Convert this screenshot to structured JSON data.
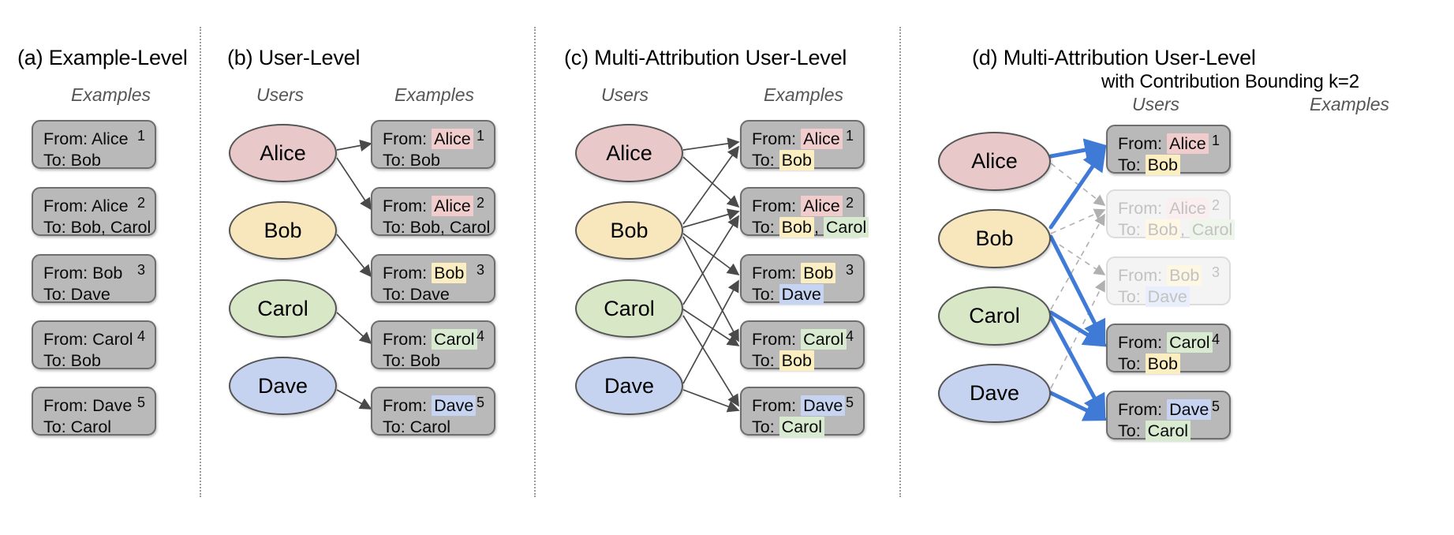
{
  "figure": {
    "background": "#ffffff",
    "card_fill": "#b9b9b9",
    "card_border": "#6e6e6e",
    "arrow_color": "#4a4a4a",
    "bold_arrow_color": "#3e7ad6",
    "faded_arrow_color": "#b0b0b0",
    "divider_color": "#9a9a9a"
  },
  "highlight_colors": {
    "Alice": "#f0cccc",
    "Bob": "#fbeec0",
    "Carol": "#d8ead0",
    "Dave": "#c6d4f2"
  },
  "user_colors": {
    "Alice": "#e8c8c8",
    "Bob": "#f8e7bd",
    "Carol": "#d8e7c6",
    "Dave": "#c6d3f0"
  },
  "users": [
    "Alice",
    "Bob",
    "Carol",
    "Dave"
  ],
  "labels": {
    "users_header": "Users",
    "examples_header": "Examples",
    "from_prefix": "From:",
    "to_prefix": "To:"
  },
  "examples": [
    {
      "index": "1",
      "from": "Alice",
      "to": "Bob",
      "to_parts": [
        "Bob"
      ]
    },
    {
      "index": "2",
      "from": "Alice",
      "to": "Bob, Carol",
      "to_parts": [
        "Bob",
        "Carol"
      ]
    },
    {
      "index": "3",
      "from": "Bob",
      "to": "Dave",
      "to_parts": [
        "Dave"
      ]
    },
    {
      "index": "4",
      "from": "Carol",
      "to": "Bob",
      "to_parts": [
        "Bob"
      ]
    },
    {
      "index": "5",
      "from": "Dave",
      "to": "Carol",
      "to_parts": [
        "Carol"
      ]
    }
  ],
  "panels": [
    {
      "id": "a",
      "title": "(a) Example-Level",
      "subtitle": "",
      "has_users": false,
      "headers": [
        "Examples"
      ],
      "highlighting": "none",
      "edges": []
    },
    {
      "id": "b",
      "title": "(b) User-Level",
      "subtitle": "",
      "has_users": true,
      "headers": [
        "Users",
        "Examples"
      ],
      "highlighting": "sender-only",
      "edges": [
        {
          "user": "Alice",
          "example": "1"
        },
        {
          "user": "Alice",
          "example": "2"
        },
        {
          "user": "Bob",
          "example": "3"
        },
        {
          "user": "Carol",
          "example": "4"
        },
        {
          "user": "Dave",
          "example": "5"
        }
      ]
    },
    {
      "id": "c",
      "title": "(c) Multi-Attribution User-Level",
      "subtitle": "",
      "has_users": true,
      "headers": [
        "Users",
        "Examples"
      ],
      "highlighting": "sender-and-recipients",
      "edges": [
        {
          "user": "Alice",
          "example": "1"
        },
        {
          "user": "Alice",
          "example": "2"
        },
        {
          "user": "Bob",
          "example": "1"
        },
        {
          "user": "Bob",
          "example": "2"
        },
        {
          "user": "Bob",
          "example": "3"
        },
        {
          "user": "Bob",
          "example": "4"
        },
        {
          "user": "Carol",
          "example": "2"
        },
        {
          "user": "Carol",
          "example": "4"
        },
        {
          "user": "Carol",
          "example": "5"
        },
        {
          "user": "Dave",
          "example": "3"
        },
        {
          "user": "Dave",
          "example": "5"
        }
      ]
    },
    {
      "id": "d",
      "title": "(d) Multi-Attribution User-Level",
      "subtitle": "with Contribution Bounding k=2",
      "has_users": true,
      "headers": [
        "Users",
        "Examples"
      ],
      "highlighting": "sender-and-recipients",
      "kept_examples": [
        "1",
        "4",
        "5"
      ],
      "dropped_examples": [
        "2",
        "3"
      ],
      "edges": [
        {
          "user": "Alice",
          "example": "1",
          "state": "kept"
        },
        {
          "user": "Alice",
          "example": "2",
          "state": "dropped"
        },
        {
          "user": "Bob",
          "example": "1",
          "state": "kept"
        },
        {
          "user": "Bob",
          "example": "2",
          "state": "dropped"
        },
        {
          "user": "Bob",
          "example": "3",
          "state": "dropped"
        },
        {
          "user": "Bob",
          "example": "4",
          "state": "kept"
        },
        {
          "user": "Carol",
          "example": "2",
          "state": "dropped"
        },
        {
          "user": "Carol",
          "example": "4",
          "state": "kept"
        },
        {
          "user": "Carol",
          "example": "5",
          "state": "kept"
        },
        {
          "user": "Dave",
          "example": "3",
          "state": "dropped"
        },
        {
          "user": "Dave",
          "example": "5",
          "state": "kept"
        }
      ]
    }
  ]
}
